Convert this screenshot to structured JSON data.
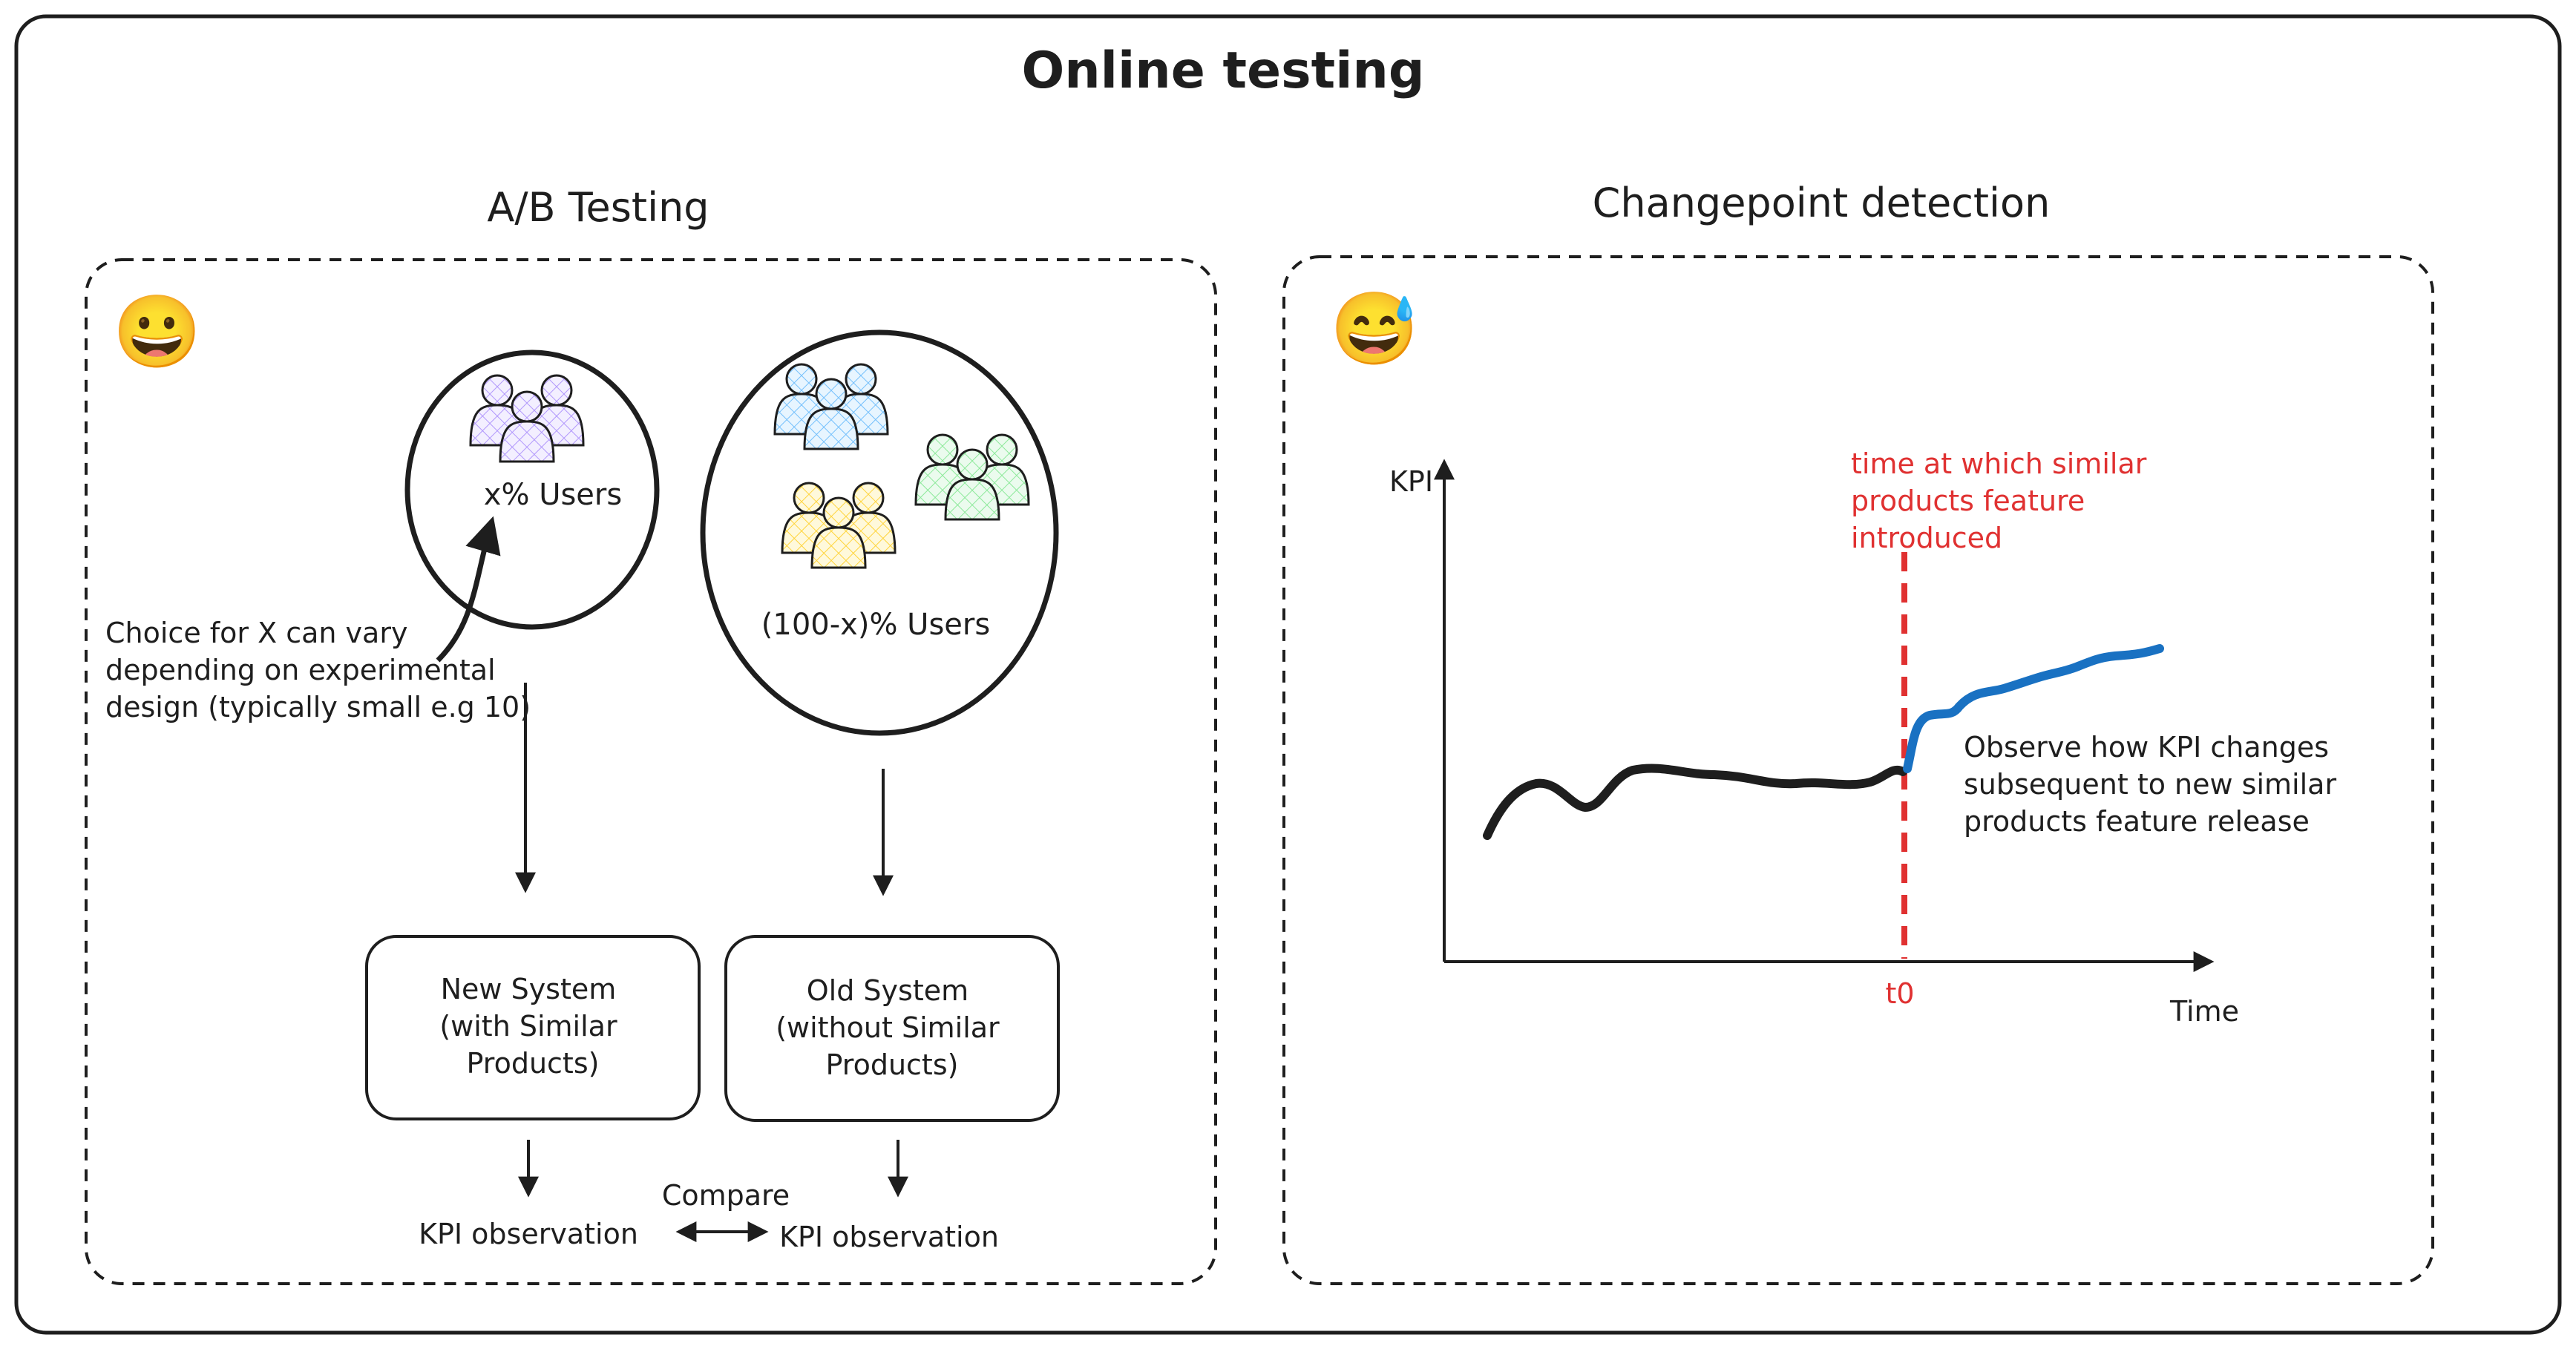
{
  "title": "Online testing",
  "ab": {
    "heading": "A/B Testing",
    "emoji": "😀",
    "group_small_label": "x% Users",
    "group_large_label": "(100-x)% Users",
    "note": [
      "Choice for X can vary",
      "depending on experimental",
      "design (typically small e.g 10)"
    ],
    "new_system": [
      "New System",
      "(with Similar",
      "Products)"
    ],
    "old_system": [
      "Old System",
      "(without Similar",
      "Products)"
    ],
    "kpi_left": "KPI observation",
    "kpi_right": "KPI observation",
    "compare": "Compare"
  },
  "cp": {
    "heading": "Changepoint detection",
    "emoji": "😅",
    "y_label": "KPI",
    "x_label": "Time",
    "t0_label": "t0",
    "marker_note": [
      "time at which similar",
      "products feature",
      "introduced"
    ],
    "observe_note": [
      "Observe how KPI changes",
      "subsequent to new similar",
      "products feature release"
    ]
  },
  "colors": {
    "stroke": "#1e1e1e",
    "red": "#e03131",
    "blue": "#1971c2",
    "purple_people": "#d0bfff",
    "blue_people": "#a5d8ff",
    "green_people": "#b2f2bb",
    "yellow_people": "#ffec99"
  }
}
